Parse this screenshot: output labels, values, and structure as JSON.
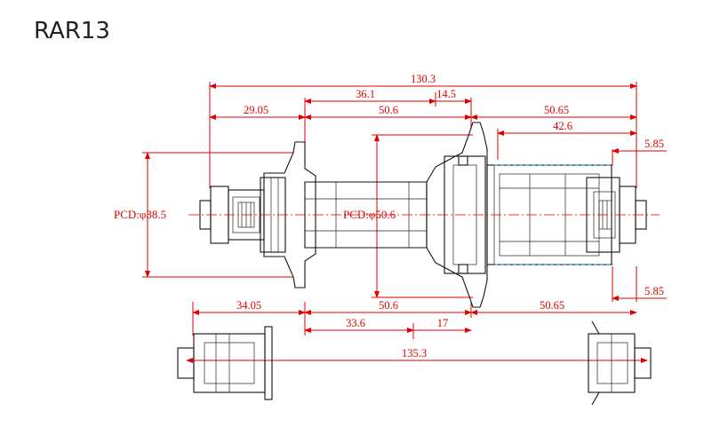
{
  "title": "RAR13",
  "dimensions": {
    "overall_width": "130.3",
    "d36_1": "36.1",
    "d14_5": "14.5",
    "d29_05": "29.05",
    "d50_6_top": "50.6",
    "d50_65_top": "50.65",
    "d42_6": "42.6",
    "d5_85_top": "5.85",
    "d5_85_bottom": "5.85",
    "d34_05": "34.05",
    "d50_6_bottom": "50.6",
    "d50_65_bottom": "50.65",
    "d33_6": "33.6",
    "d17": "17",
    "axle_length": "135.3"
  },
  "pcd": {
    "left": "PCD:φ38.5",
    "center": "PCD:φ50.6"
  }
}
